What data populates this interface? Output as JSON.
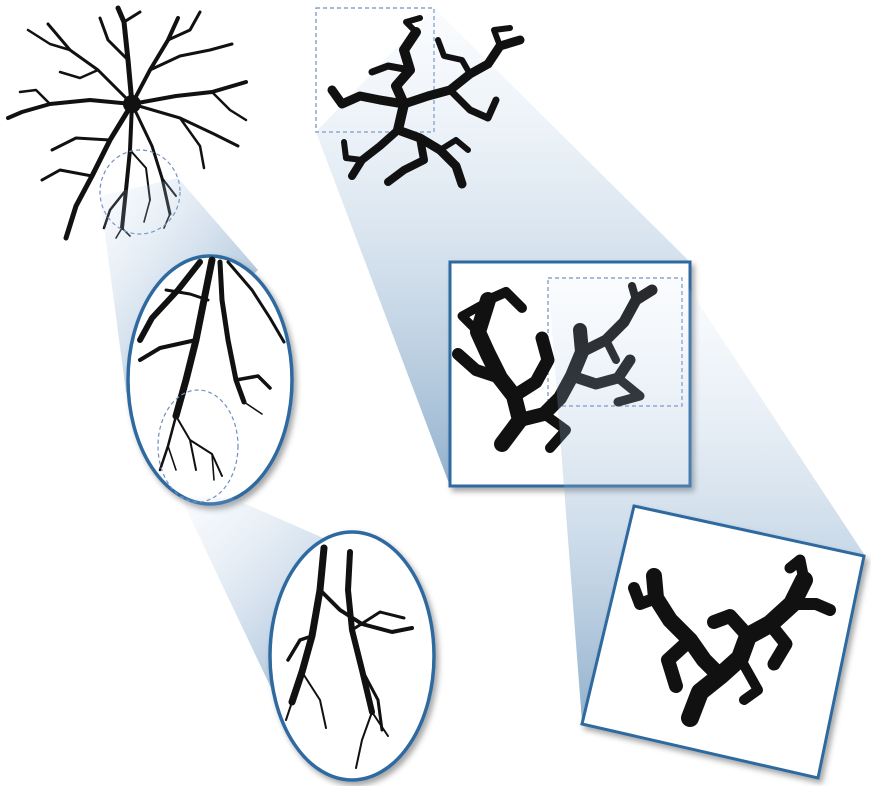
{
  "colors": {
    "background": "#ffffff",
    "ink": "#111111",
    "frame": "#2f6aa0",
    "frame_light": "#8fb3d6",
    "dash": "#6f8fc0"
  },
  "figure": {
    "left_column": {
      "stages": [
        "dendrite-whole-cell",
        "dendrite-zoom-1",
        "dendrite-zoom-2"
      ]
    },
    "right_column": {
      "stages": [
        "cluster-whole",
        "cluster-zoom-1",
        "cluster-zoom-2"
      ]
    }
  }
}
